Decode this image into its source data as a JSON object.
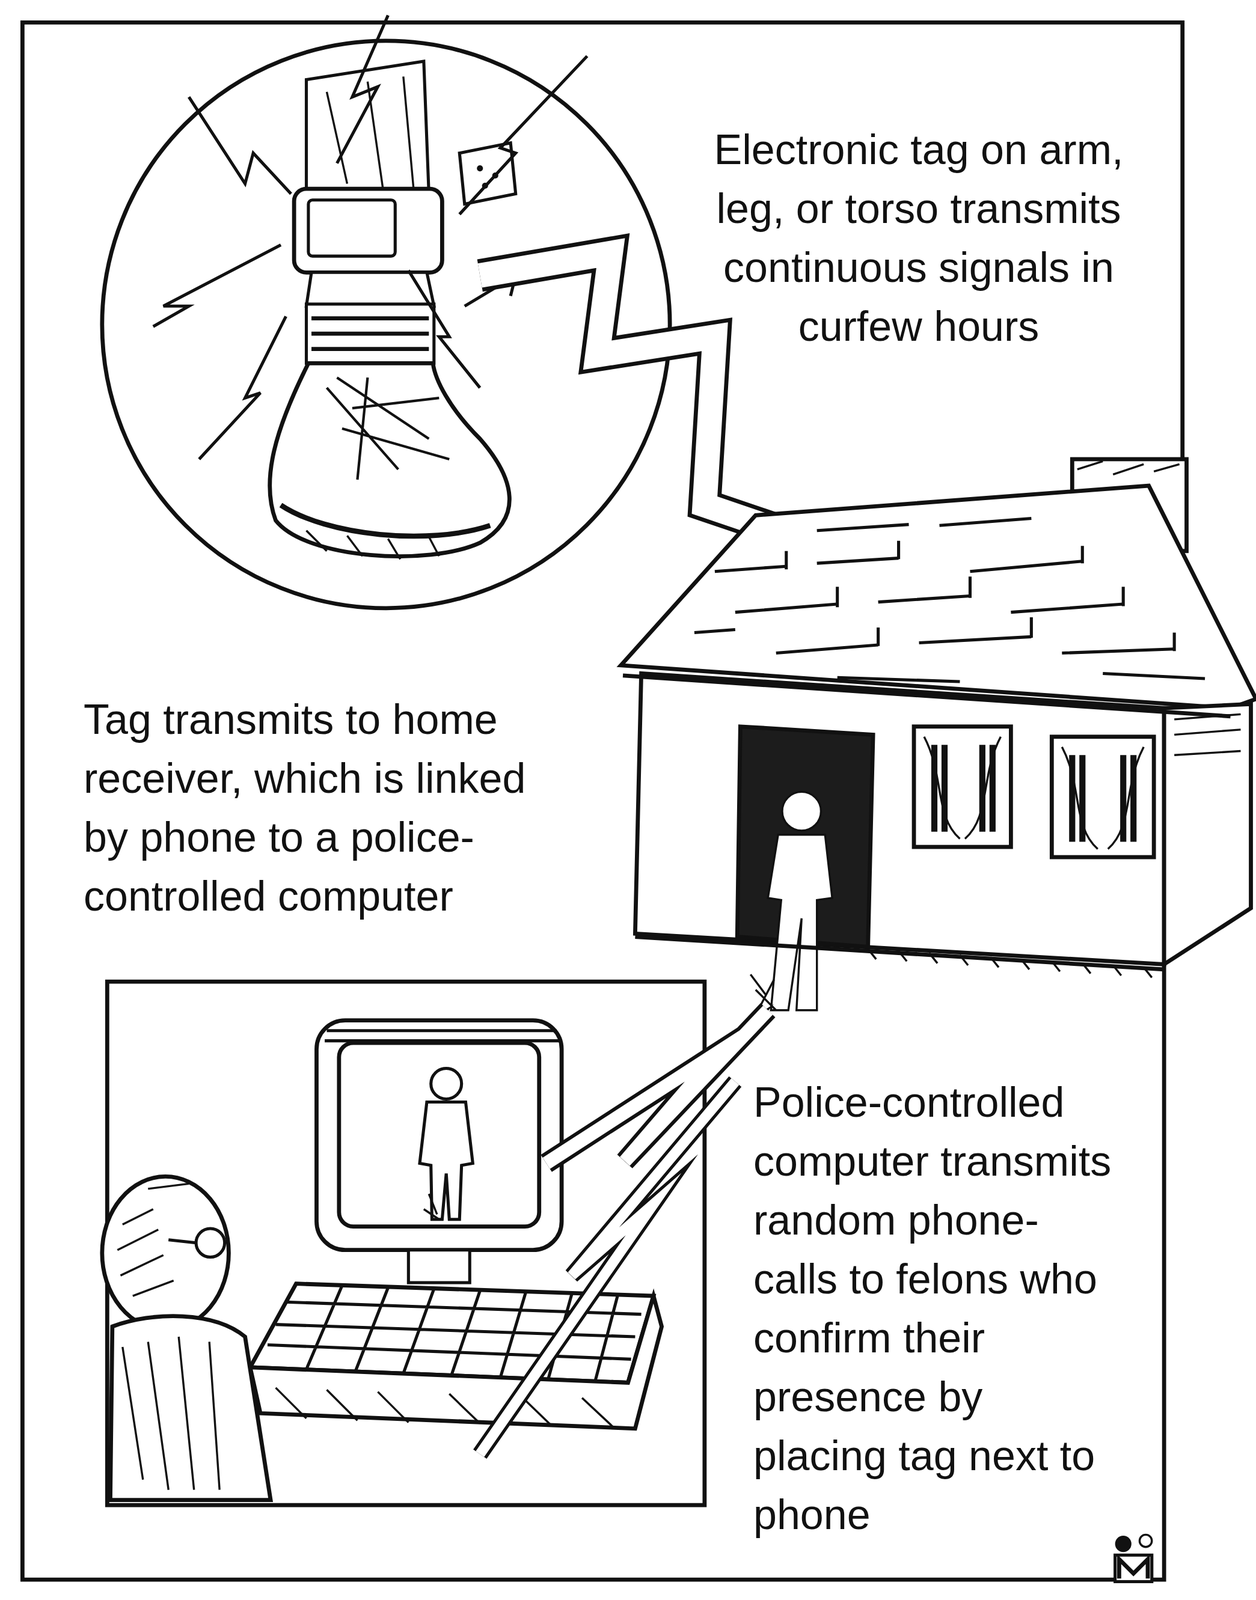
{
  "diagram": {
    "labels": [
      "Electronic tag on arm, leg, or torso transmits continuous signals in curfew hours",
      "Tag transmits to home receiver, which is linked by phone to a police-controlled computer",
      "Police-controlled computer transmits random phone-calls to felons who confirm their presence by placing tag next to phone"
    ]
  }
}
